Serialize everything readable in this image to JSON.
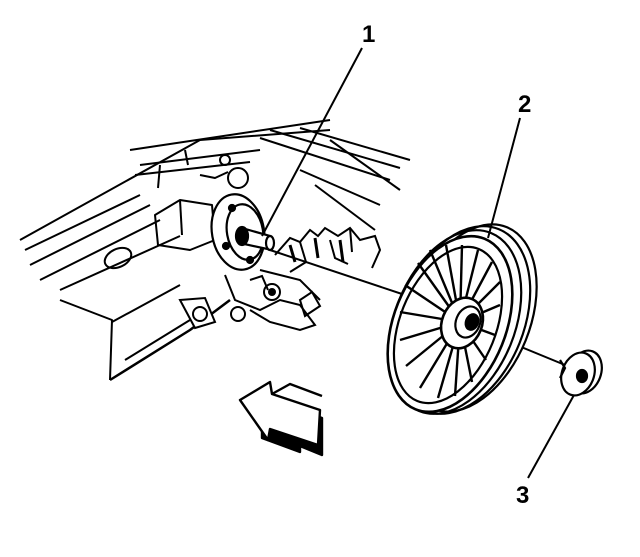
{
  "callouts": {
    "item_1": "1",
    "item_2": "2",
    "item_3": "3"
  },
  "colors": {
    "ink": "#000000",
    "paper": "#ffffff"
  }
}
